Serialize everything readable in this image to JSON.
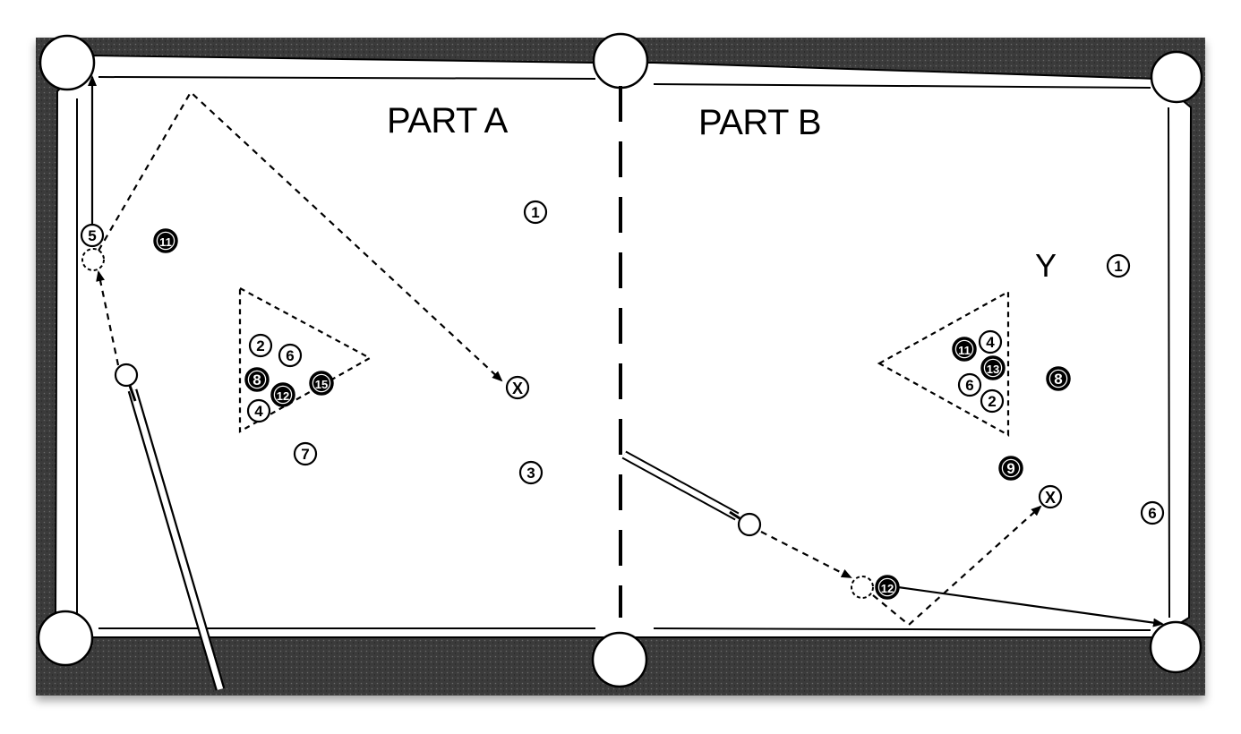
{
  "parts": [
    {
      "title": "PART A"
    },
    {
      "title": "PART B"
    }
  ],
  "colors": {
    "felt_frame": "#3a3a3a",
    "table_surface": "#ffffff",
    "ink": "#000000"
  },
  "part_a": {
    "balls": [
      {
        "number": "1",
        "style": "striped"
      },
      {
        "number": "11",
        "style": "solid"
      },
      {
        "number": "5",
        "style": "striped"
      },
      {
        "number": "2",
        "style": "striped"
      },
      {
        "number": "6",
        "style": "striped"
      },
      {
        "number": "8",
        "style": "solid"
      },
      {
        "number": "12",
        "style": "solid"
      },
      {
        "number": "15",
        "style": "solid"
      },
      {
        "number": "4",
        "style": "striped"
      },
      {
        "number": "7",
        "style": "striped"
      },
      {
        "number": "3",
        "style": "striped"
      }
    ],
    "target_mark": "X"
  },
  "part_b": {
    "balls": [
      {
        "number": "1",
        "style": "striped"
      },
      {
        "number": "11",
        "style": "solid"
      },
      {
        "number": "4",
        "style": "striped"
      },
      {
        "number": "13",
        "style": "solid"
      },
      {
        "number": "6",
        "style": "striped"
      },
      {
        "number": "2",
        "style": "striped"
      },
      {
        "number": "8",
        "style": "solid"
      },
      {
        "number": "9",
        "style": "solid"
      },
      {
        "number": "6",
        "style": "striped"
      },
      {
        "number": "12",
        "style": "solid"
      }
    ],
    "target_mark": "X",
    "position_mark": "Y"
  }
}
